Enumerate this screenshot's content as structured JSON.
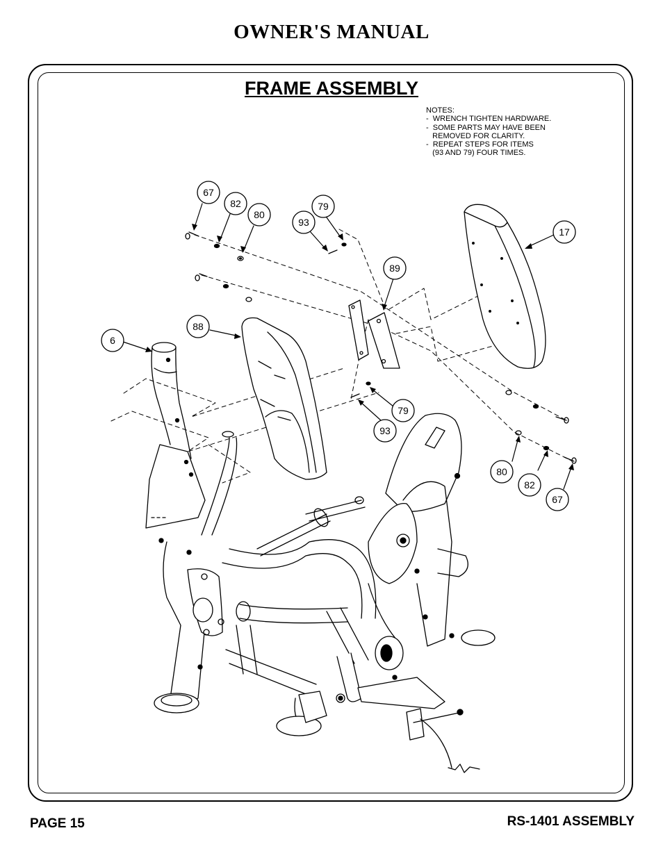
{
  "header": {
    "title": "OWNER'S MANUAL"
  },
  "section": {
    "title": "FRAME ASSEMBLY"
  },
  "notes": {
    "heading": "NOTES:",
    "lines": [
      "-  WRENCH TIGHTEN HARDWARE.",
      "-  SOME PARTS MAY HAVE BEEN",
      "   REMOVED FOR CLARITY.",
      "-  REPEAT STEPS FOR ITEMS",
      "   (93 AND 79) FOUR TIMES."
    ]
  },
  "callouts": [
    {
      "label": "67"
    },
    {
      "label": "82"
    },
    {
      "label": "80"
    },
    {
      "label": "93"
    },
    {
      "label": "79"
    },
    {
      "label": "17"
    },
    {
      "label": "89"
    },
    {
      "label": "6"
    },
    {
      "label": "88"
    },
    {
      "label": "79"
    },
    {
      "label": "93"
    },
    {
      "label": "80"
    },
    {
      "label": "82"
    },
    {
      "label": "67"
    }
  ],
  "footer": {
    "page": "PAGE 15",
    "doc": "RS-1401 ASSEMBLY"
  }
}
